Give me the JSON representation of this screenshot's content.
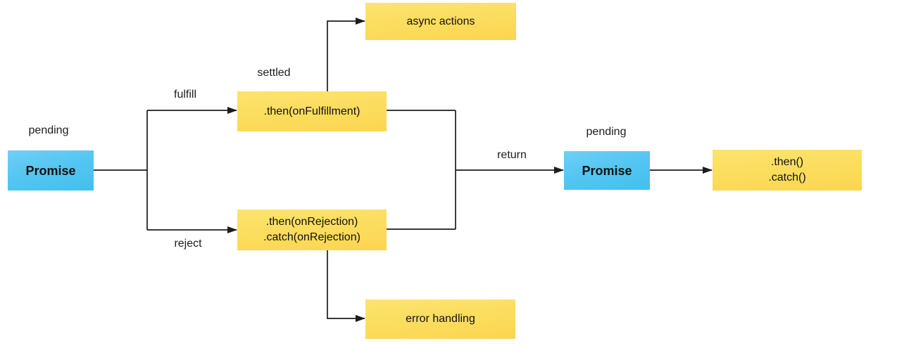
{
  "diagram": {
    "type": "flowchart",
    "subject": "JavaScript Promise lifecycle",
    "colors": {
      "promise_node_top": "#6fd0f6",
      "promise_node_bottom": "#42bfef",
      "action_node_top": "#fce470",
      "action_node_bottom": "#fcd551",
      "connector": "#1c1c1c",
      "background": "#ffffff",
      "text": "#111111"
    },
    "nodes": {
      "promise_initial": {
        "label": "Promise",
        "state_label": "pending"
      },
      "on_fulfillment": {
        "label": ".then(onFulfillment)",
        "state_label": "settled"
      },
      "on_rejection": {
        "line1": ".then(onRejection)",
        "line2": ".catch(onRejection)"
      },
      "async_actions": {
        "label": "async actions"
      },
      "error_handling": {
        "label": "error handling"
      },
      "promise_returned": {
        "label": "Promise",
        "state_label": "pending"
      },
      "then_catch": {
        "line1": ".then()",
        "line2": ".catch()"
      }
    },
    "edges": {
      "fulfill": {
        "label": "fulfill"
      },
      "reject": {
        "label": "reject"
      },
      "return": {
        "label": "return"
      }
    }
  }
}
